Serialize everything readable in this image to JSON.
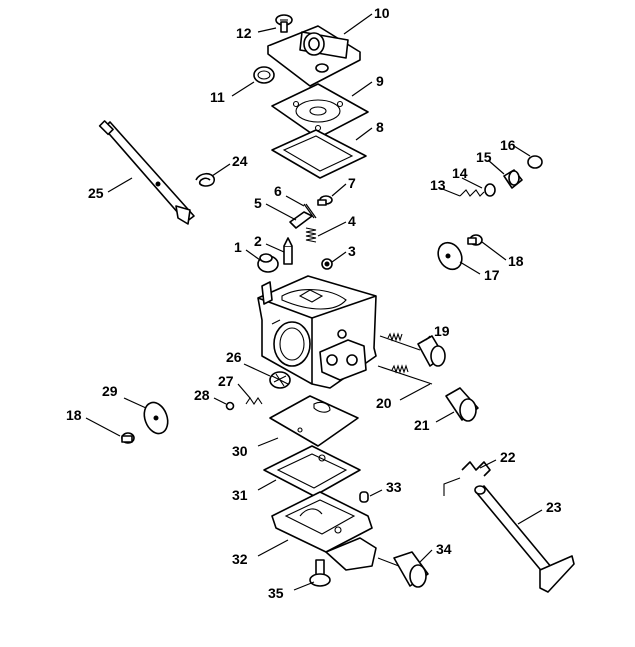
{
  "diagram": {
    "callouts": [
      {
        "number": "1"
      },
      {
        "number": "2"
      },
      {
        "number": "3"
      },
      {
        "number": "4"
      },
      {
        "number": "5"
      },
      {
        "number": "6"
      },
      {
        "number": "7"
      },
      {
        "number": "8"
      },
      {
        "number": "9"
      },
      {
        "number": "10"
      },
      {
        "number": "11"
      },
      {
        "number": "12"
      },
      {
        "number": "13"
      },
      {
        "number": "14"
      },
      {
        "number": "15"
      },
      {
        "number": "16"
      },
      {
        "number": "17"
      },
      {
        "number": "18"
      },
      {
        "number": "18"
      },
      {
        "number": "19"
      },
      {
        "number": "20"
      },
      {
        "number": "21"
      },
      {
        "number": "22"
      },
      {
        "number": "23"
      },
      {
        "number": "24"
      },
      {
        "number": "25"
      },
      {
        "number": "26"
      },
      {
        "number": "27"
      },
      {
        "number": "28"
      },
      {
        "number": "29"
      },
      {
        "number": "30"
      },
      {
        "number": "31"
      },
      {
        "number": "32"
      },
      {
        "number": "33"
      },
      {
        "number": "34"
      },
      {
        "number": "35"
      }
    ]
  }
}
